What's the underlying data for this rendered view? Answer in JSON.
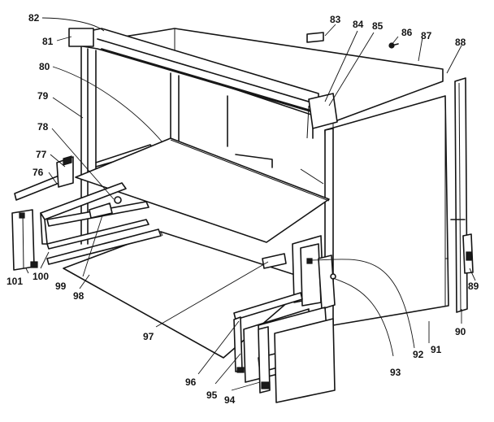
{
  "diagram": {
    "callouts": [
      {
        "id": "82"
      },
      {
        "id": "81"
      },
      {
        "id": "80"
      },
      {
        "id": "79"
      },
      {
        "id": "78"
      },
      {
        "id": "77"
      },
      {
        "id": "76"
      },
      {
        "id": "83"
      },
      {
        "id": "84"
      },
      {
        "id": "85"
      },
      {
        "id": "86"
      },
      {
        "id": "87"
      },
      {
        "id": "88"
      },
      {
        "id": "89"
      },
      {
        "id": "90"
      },
      {
        "id": "91"
      },
      {
        "id": "92"
      },
      {
        "id": "93"
      },
      {
        "id": "94"
      },
      {
        "id": "95"
      },
      {
        "id": "96"
      },
      {
        "id": "97"
      },
      {
        "id": "98"
      },
      {
        "id": "99"
      },
      {
        "id": "100"
      },
      {
        "id": "101"
      }
    ]
  }
}
